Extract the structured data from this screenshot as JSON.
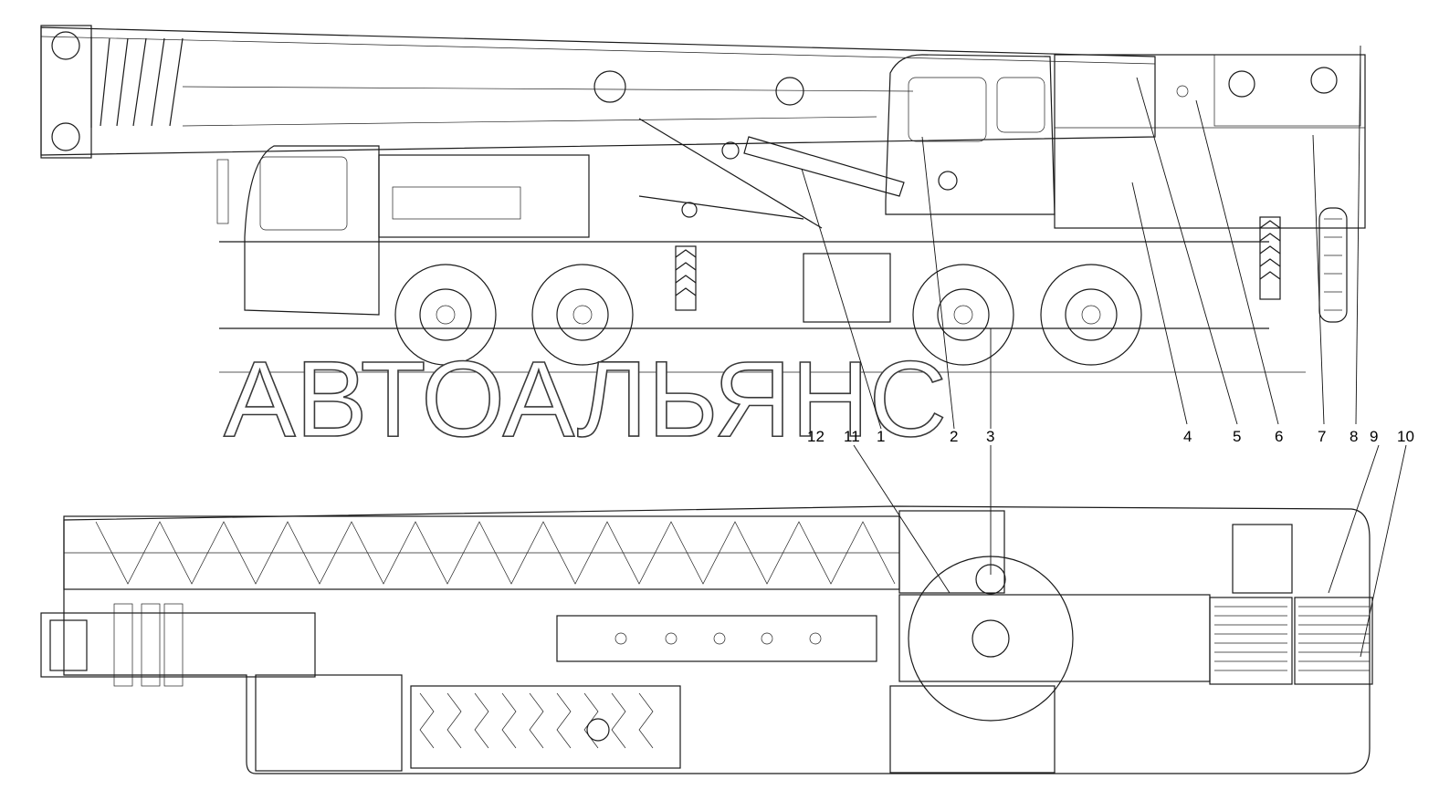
{
  "watermark": "АВТОАЛЬЯНС",
  "callouts": [
    "1",
    "2",
    "3",
    "4",
    "5",
    "6",
    "7",
    "8",
    "9",
    "10",
    "11",
    "12"
  ],
  "icons": {
    "side_view": "crane-truck-side-view",
    "top_view": "crane-truck-top-view",
    "outrigger_marker": "hazard-chevron-stripes"
  }
}
